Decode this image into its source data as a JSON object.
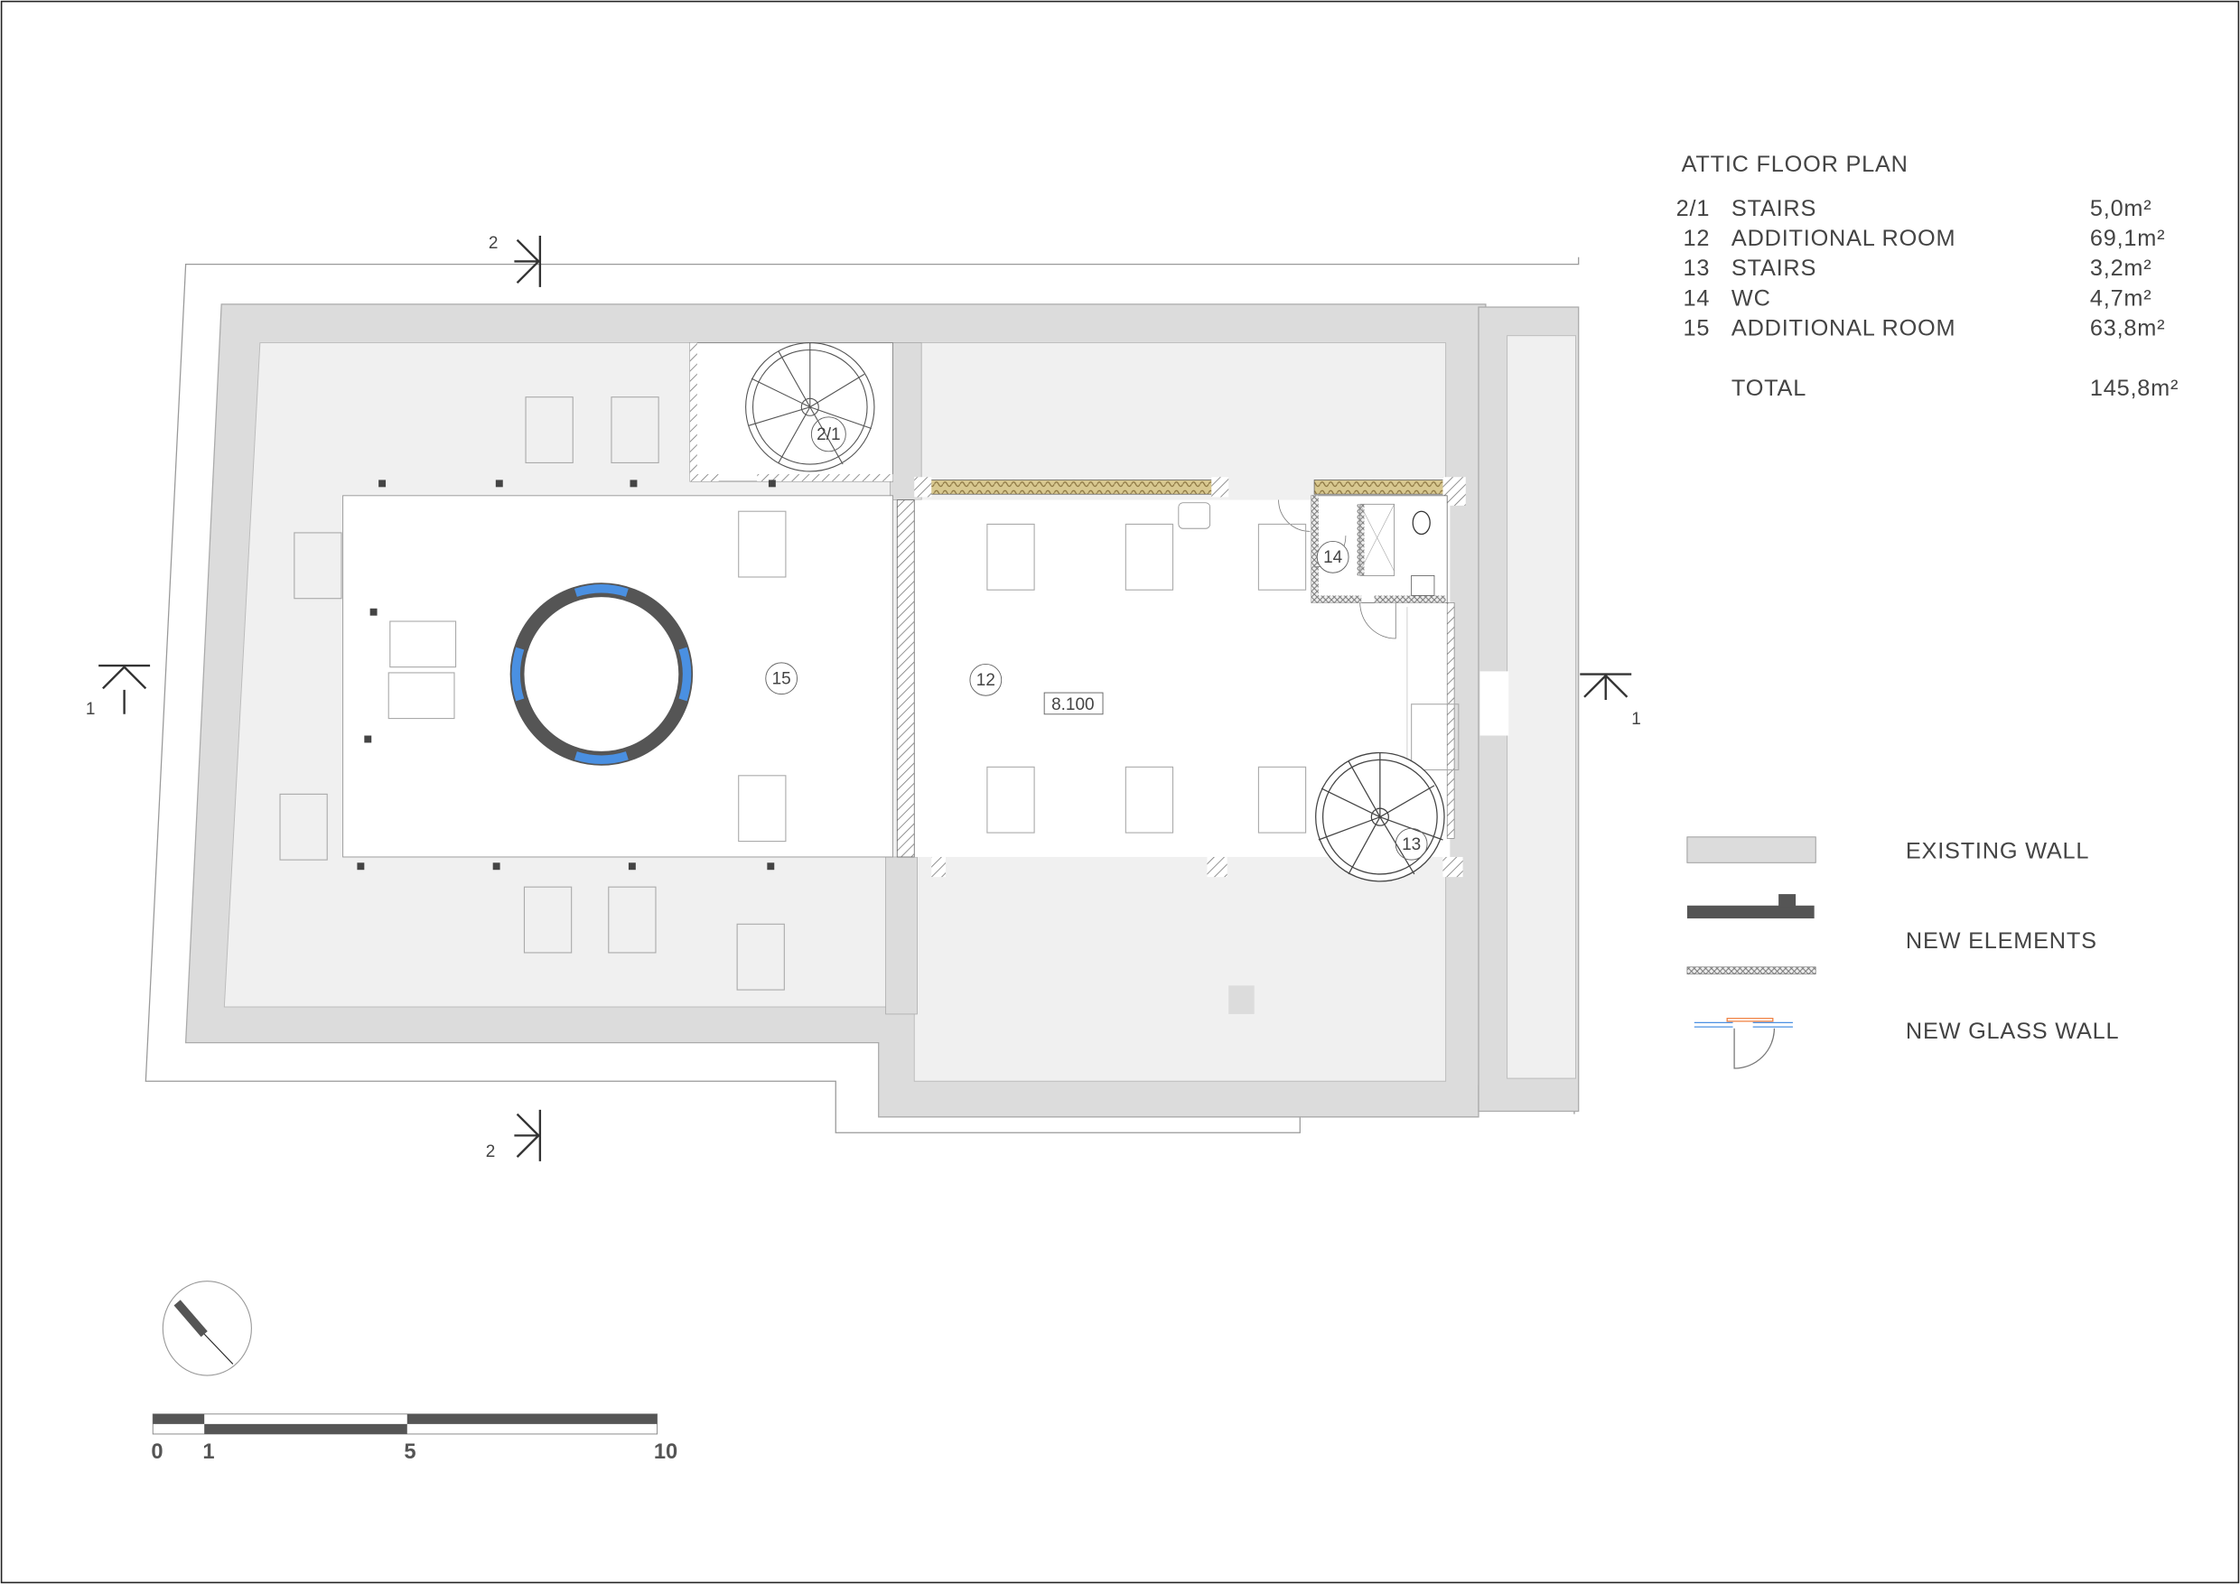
{
  "title": "ATTIC FLOOR PLAN",
  "rooms": [
    {
      "num": "2/1",
      "name": "STAIRS",
      "area": "5,0m²"
    },
    {
      "num": "12",
      "name": "ADDITIONAL ROOM",
      "area": "69,1m²"
    },
    {
      "num": "13",
      "name": "STAIRS",
      "area": "3,2m²"
    },
    {
      "num": "14",
      "name": "WC",
      "area": "4,7m²"
    },
    {
      "num": "15",
      "name": "ADDITIONAL ROOM",
      "area": "63,8m²"
    }
  ],
  "total": {
    "label": "TOTAL",
    "area": "145,8m²"
  },
  "legend": {
    "existing_wall": "EXISTING WALL",
    "new_elements": "NEW ELEMENTS",
    "new_glass_wall": "NEW GLASS WALL"
  },
  "plan_labels": {
    "room_15": "15",
    "room_12": "12",
    "room_14": "14",
    "room_13": "13",
    "room_21": "2/1",
    "level": "8.100",
    "section_2_top": "2",
    "section_2_bottom": "2",
    "section_1_left": "1",
    "section_1_right": "1"
  },
  "scale": {
    "ticks": [
      "0",
      "1",
      "5",
      "10"
    ]
  },
  "colors": {
    "existing_wall": "#dcdcdc",
    "floor": "#f0f0f0",
    "new_element": "#555555",
    "glass": "#4a90e2",
    "insulation": "#b8a060"
  }
}
